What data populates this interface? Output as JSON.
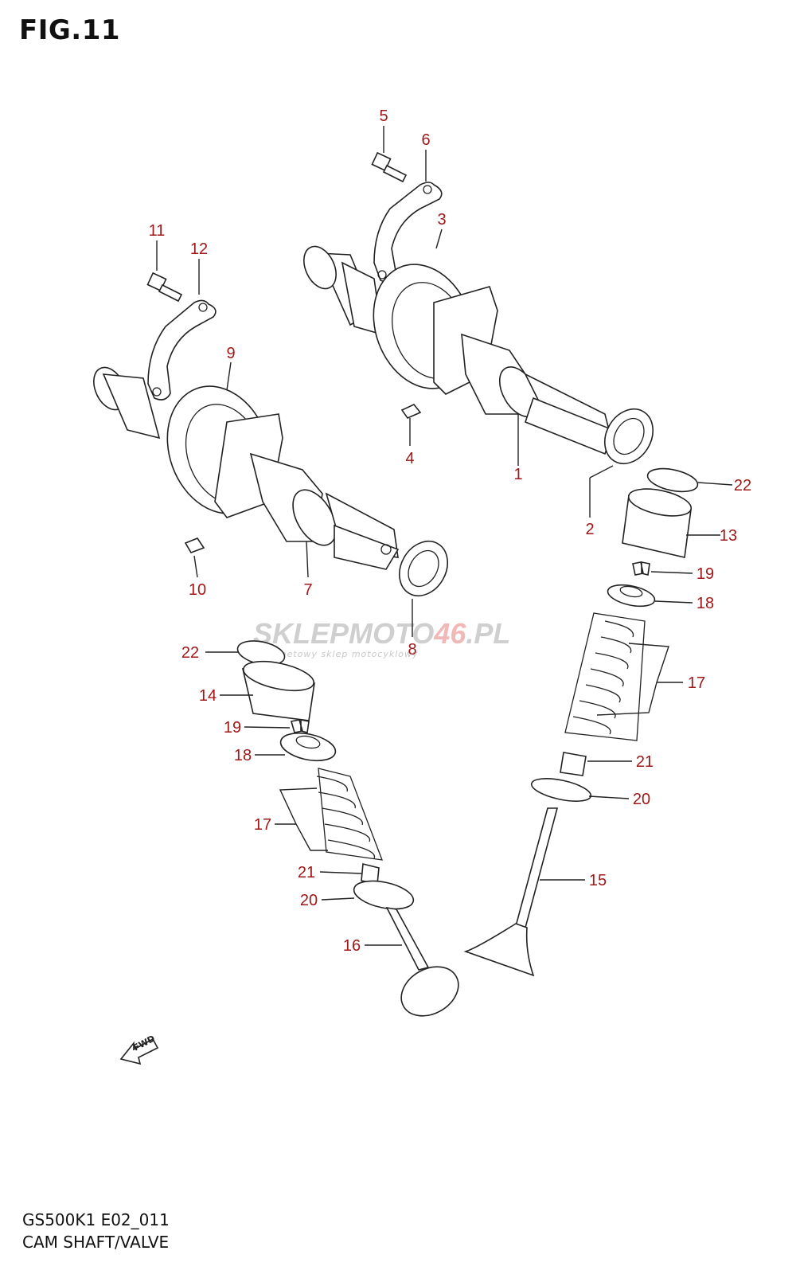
{
  "figure": {
    "title": "FIG.11"
  },
  "footer": {
    "code": "GS500K1 E02_011",
    "caption": "CAM SHAFT/VALVE"
  },
  "watermark": {
    "main_a": "SKLEPMOTO",
    "main_b": "46",
    "main_c": ".PL",
    "sub": "internetowy sklep motocyklowy"
  },
  "fwd_label": "FWD",
  "callouts": [
    {
      "id": "c5",
      "label": "5"
    },
    {
      "id": "c6",
      "label": "6"
    },
    {
      "id": "c3",
      "label": "3"
    },
    {
      "id": "c11",
      "label": "11"
    },
    {
      "id": "c12",
      "label": "12"
    },
    {
      "id": "c9",
      "label": "9"
    },
    {
      "id": "c4",
      "label": "4"
    },
    {
      "id": "c1",
      "label": "1"
    },
    {
      "id": "c22a",
      "label": "22"
    },
    {
      "id": "c2",
      "label": "2"
    },
    {
      "id": "c13",
      "label": "13"
    },
    {
      "id": "c10",
      "label": "10"
    },
    {
      "id": "c7",
      "label": "7"
    },
    {
      "id": "c19a",
      "label": "19"
    },
    {
      "id": "c18a",
      "label": "18"
    },
    {
      "id": "c8",
      "label": "8"
    },
    {
      "id": "c17a",
      "label": "17"
    },
    {
      "id": "c22b",
      "label": "22"
    },
    {
      "id": "c14",
      "label": "14"
    },
    {
      "id": "c19b",
      "label": "19"
    },
    {
      "id": "c18b",
      "label": "18"
    },
    {
      "id": "c21a",
      "label": "21"
    },
    {
      "id": "c20a",
      "label": "20"
    },
    {
      "id": "c17b",
      "label": "17"
    },
    {
      "id": "c15",
      "label": "15"
    },
    {
      "id": "c21b",
      "label": "21"
    },
    {
      "id": "c20b",
      "label": "20"
    },
    {
      "id": "c16",
      "label": "16"
    }
  ]
}
